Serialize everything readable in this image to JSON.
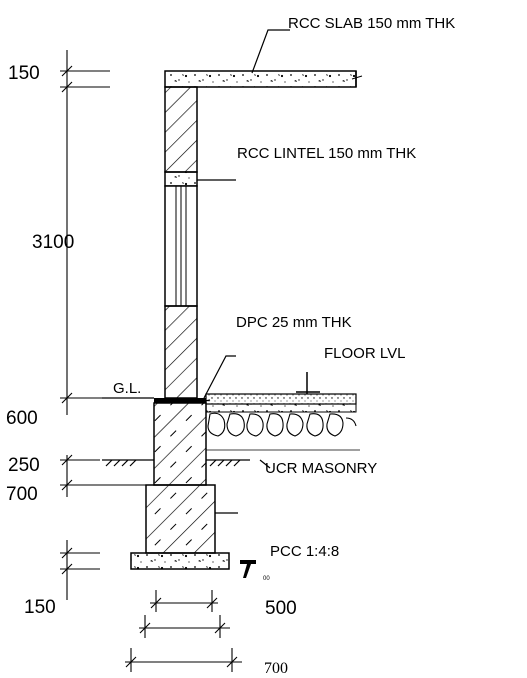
{
  "labels": {
    "slab": "RCC SLAB 150 mm THK",
    "lintel": "RCC LINTEL 150 mm THK",
    "dpc": "DPC 25 mm THK",
    "floor": "FLOOR LVL",
    "gl": "G.L.",
    "masonry": "UCR MASONRY",
    "pcc": "PCC 1:4:8",
    "pcc_small": "00"
  },
  "dimensions": {
    "slab_thk": "150",
    "wall_height": "3100",
    "plinth": "600",
    "footing_step1": "250",
    "footing_step2": "700",
    "pcc_thk": "150",
    "width_500": "500",
    "width_700": "700"
  }
}
